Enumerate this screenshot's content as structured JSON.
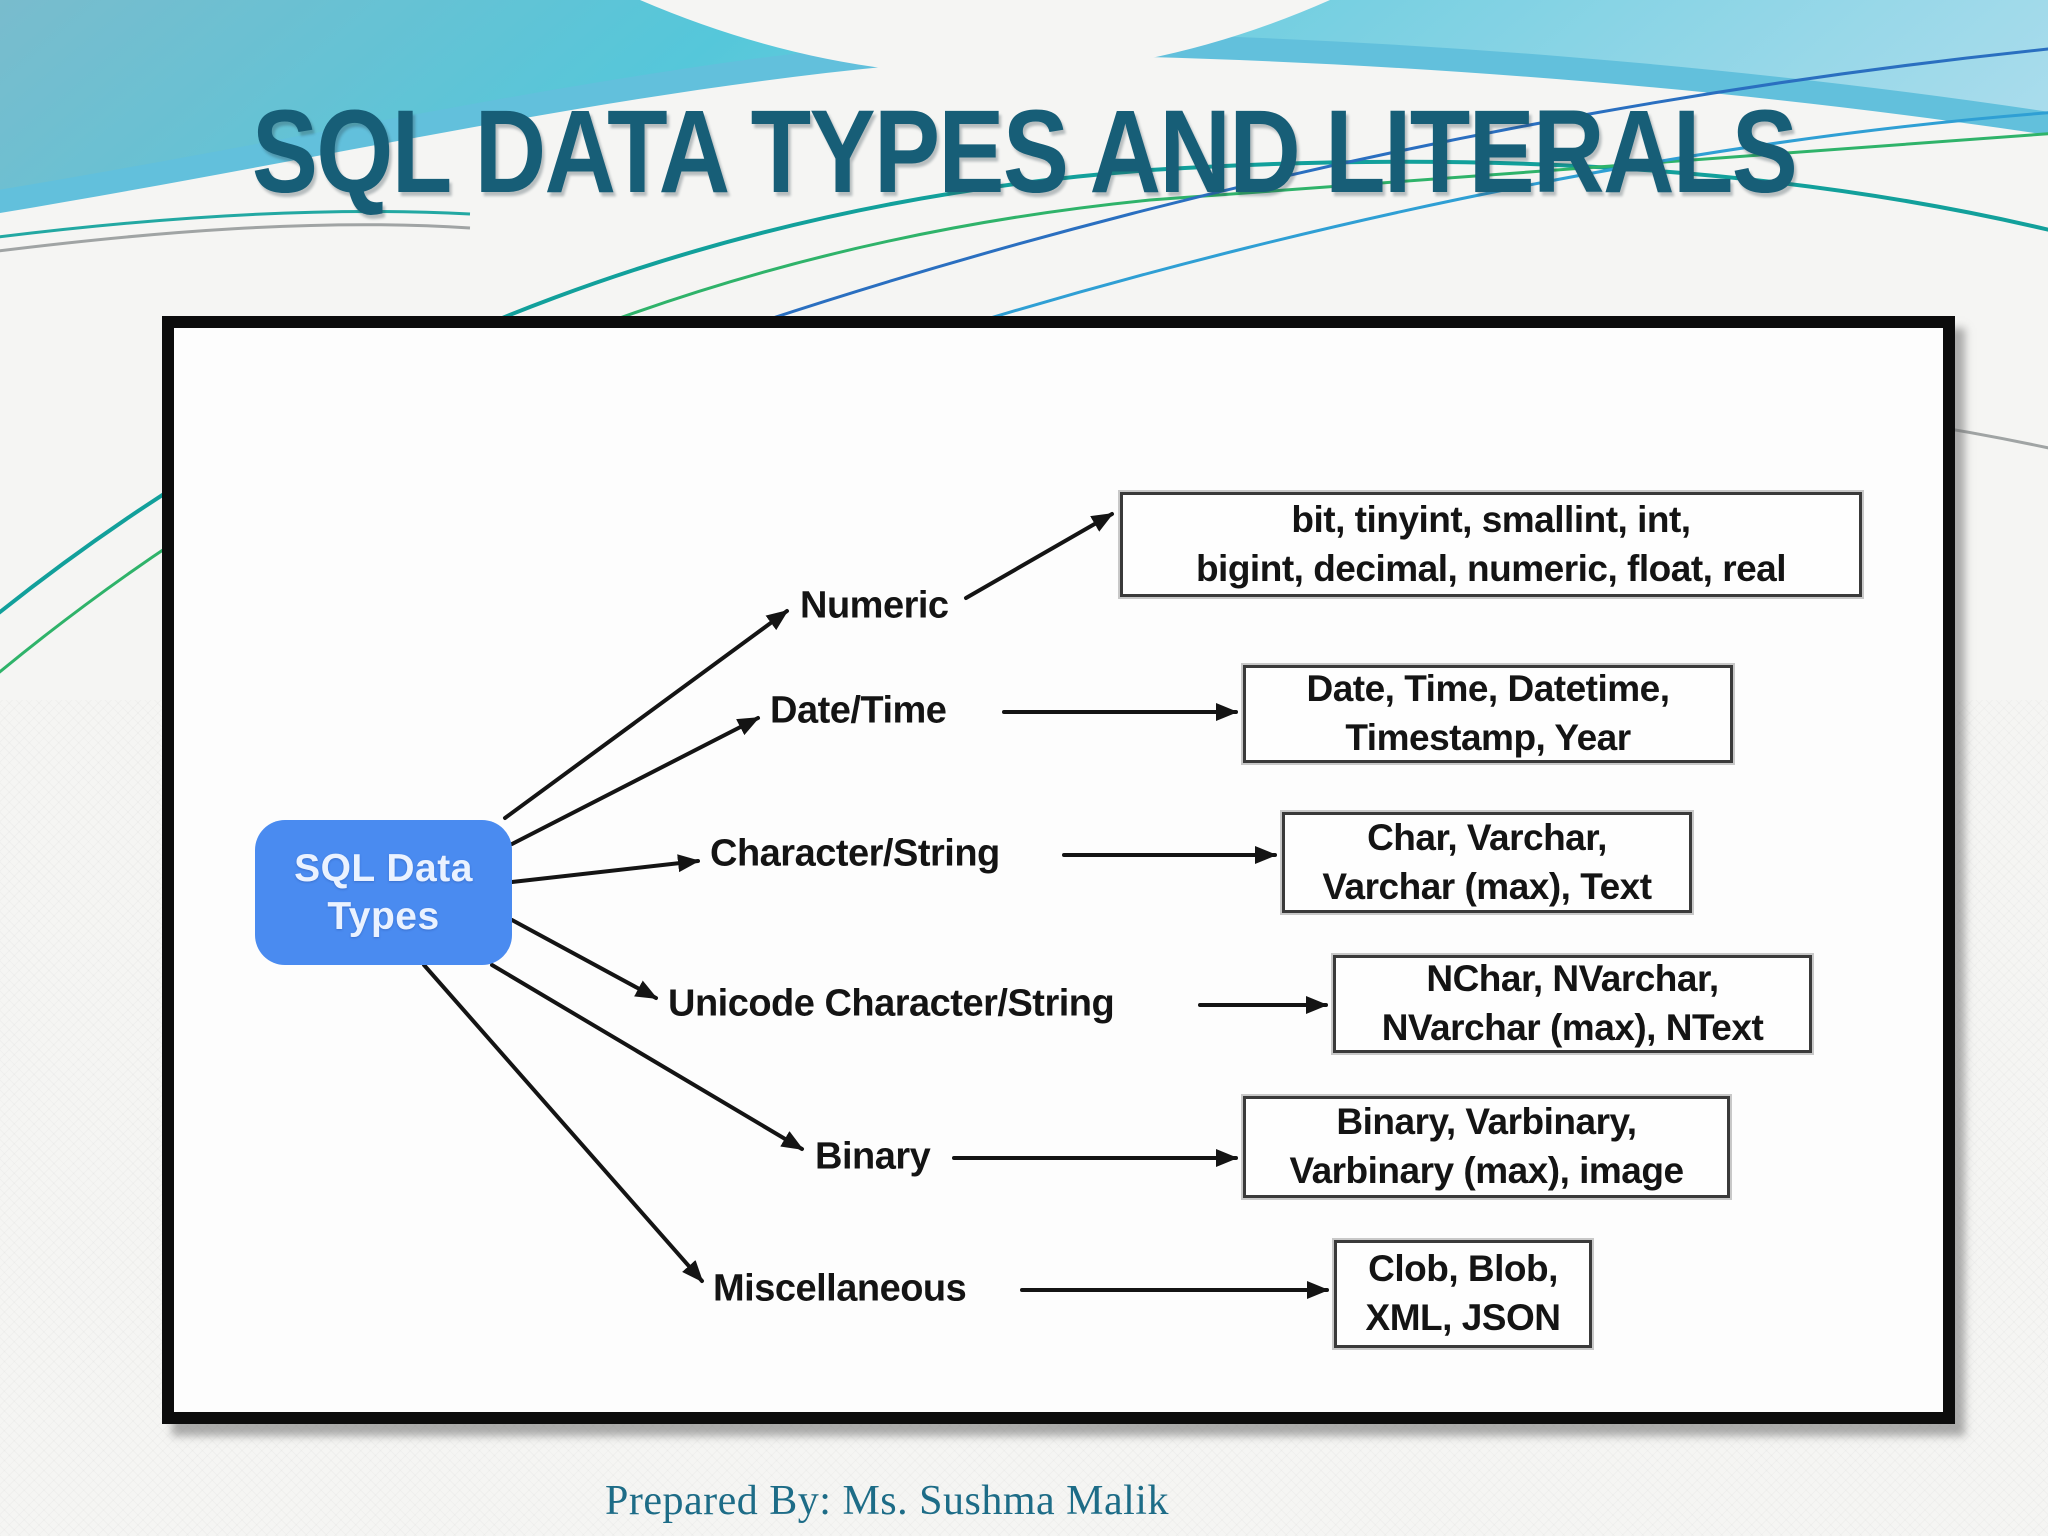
{
  "slide": {
    "title": "SQL DATA TYPES AND LITERALS",
    "footer": "Prepared By: Ms. Sushma Malik"
  },
  "diagram": {
    "root": {
      "line1": "SQL Data",
      "line2": "Types"
    },
    "branches": [
      {
        "label": "Numeric",
        "line1": "bit, tinyint, smallint, int,",
        "line2": "bigint, decimal, numeric, float, real"
      },
      {
        "label": "Date/Time",
        "line1": "Date, Time, Datetime,",
        "line2": "Timestamp, Year"
      },
      {
        "label": "Character/String",
        "line1": "Char, Varchar,",
        "line2": "Varchar (max), Text"
      },
      {
        "label": "Unicode Character/String",
        "line1": "NChar, NVarchar,",
        "line2": "NVarchar (max), NText"
      },
      {
        "label": "Binary",
        "line1": "Binary, Varbinary,",
        "line2": "Varbinary (max), image"
      },
      {
        "label": "Miscellaneous",
        "line1": "Clob, Blob,",
        "line2": "XML, JSON"
      }
    ]
  },
  "colors": {
    "title_text": "#175e77",
    "root_box_bg": "#4a8bf0",
    "root_box_text": "#eaf2ff",
    "arrow": "#141414",
    "box_border": "#3a3a3a",
    "panel_frame": "#0c0c0c",
    "footer_text": "#1d6c87",
    "header_cyan": "#55c7da"
  }
}
